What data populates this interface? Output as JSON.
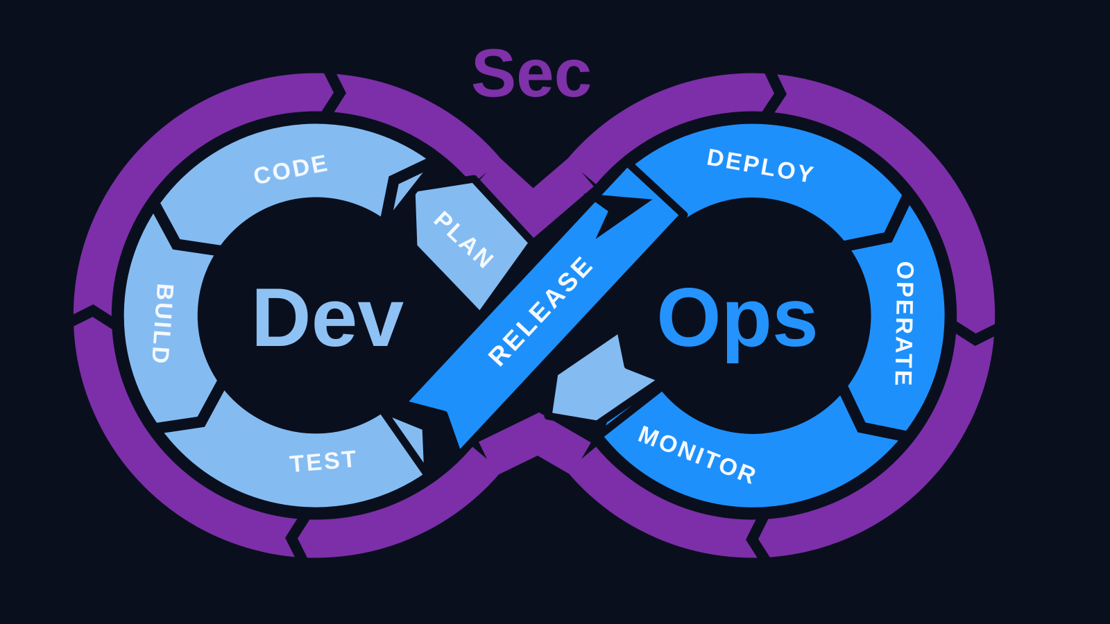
{
  "diagram": {
    "outer_label": "Sec",
    "left_loop": {
      "center_label": "Dev",
      "stages": {
        "plan": "PLAN",
        "code": "CODE",
        "build": "BUILD",
        "test": "TEST"
      }
    },
    "bridge": {
      "release": "RELEASE"
    },
    "right_loop": {
      "center_label": "Ops",
      "stages": {
        "deploy": "DEPLOY",
        "operate": "OPERATE",
        "monitor": "MONITOR"
      }
    },
    "colors": {
      "background": "#0a0f1e",
      "purple": "#7c2fa8",
      "sec_text": "#7e31a9",
      "light_blue": "#84bcf2",
      "bright_blue": "#1e90fc",
      "dev_text": "#8fc2f4",
      "ops_text": "#2493fd",
      "label_text": "#f5f9ff"
    }
  }
}
